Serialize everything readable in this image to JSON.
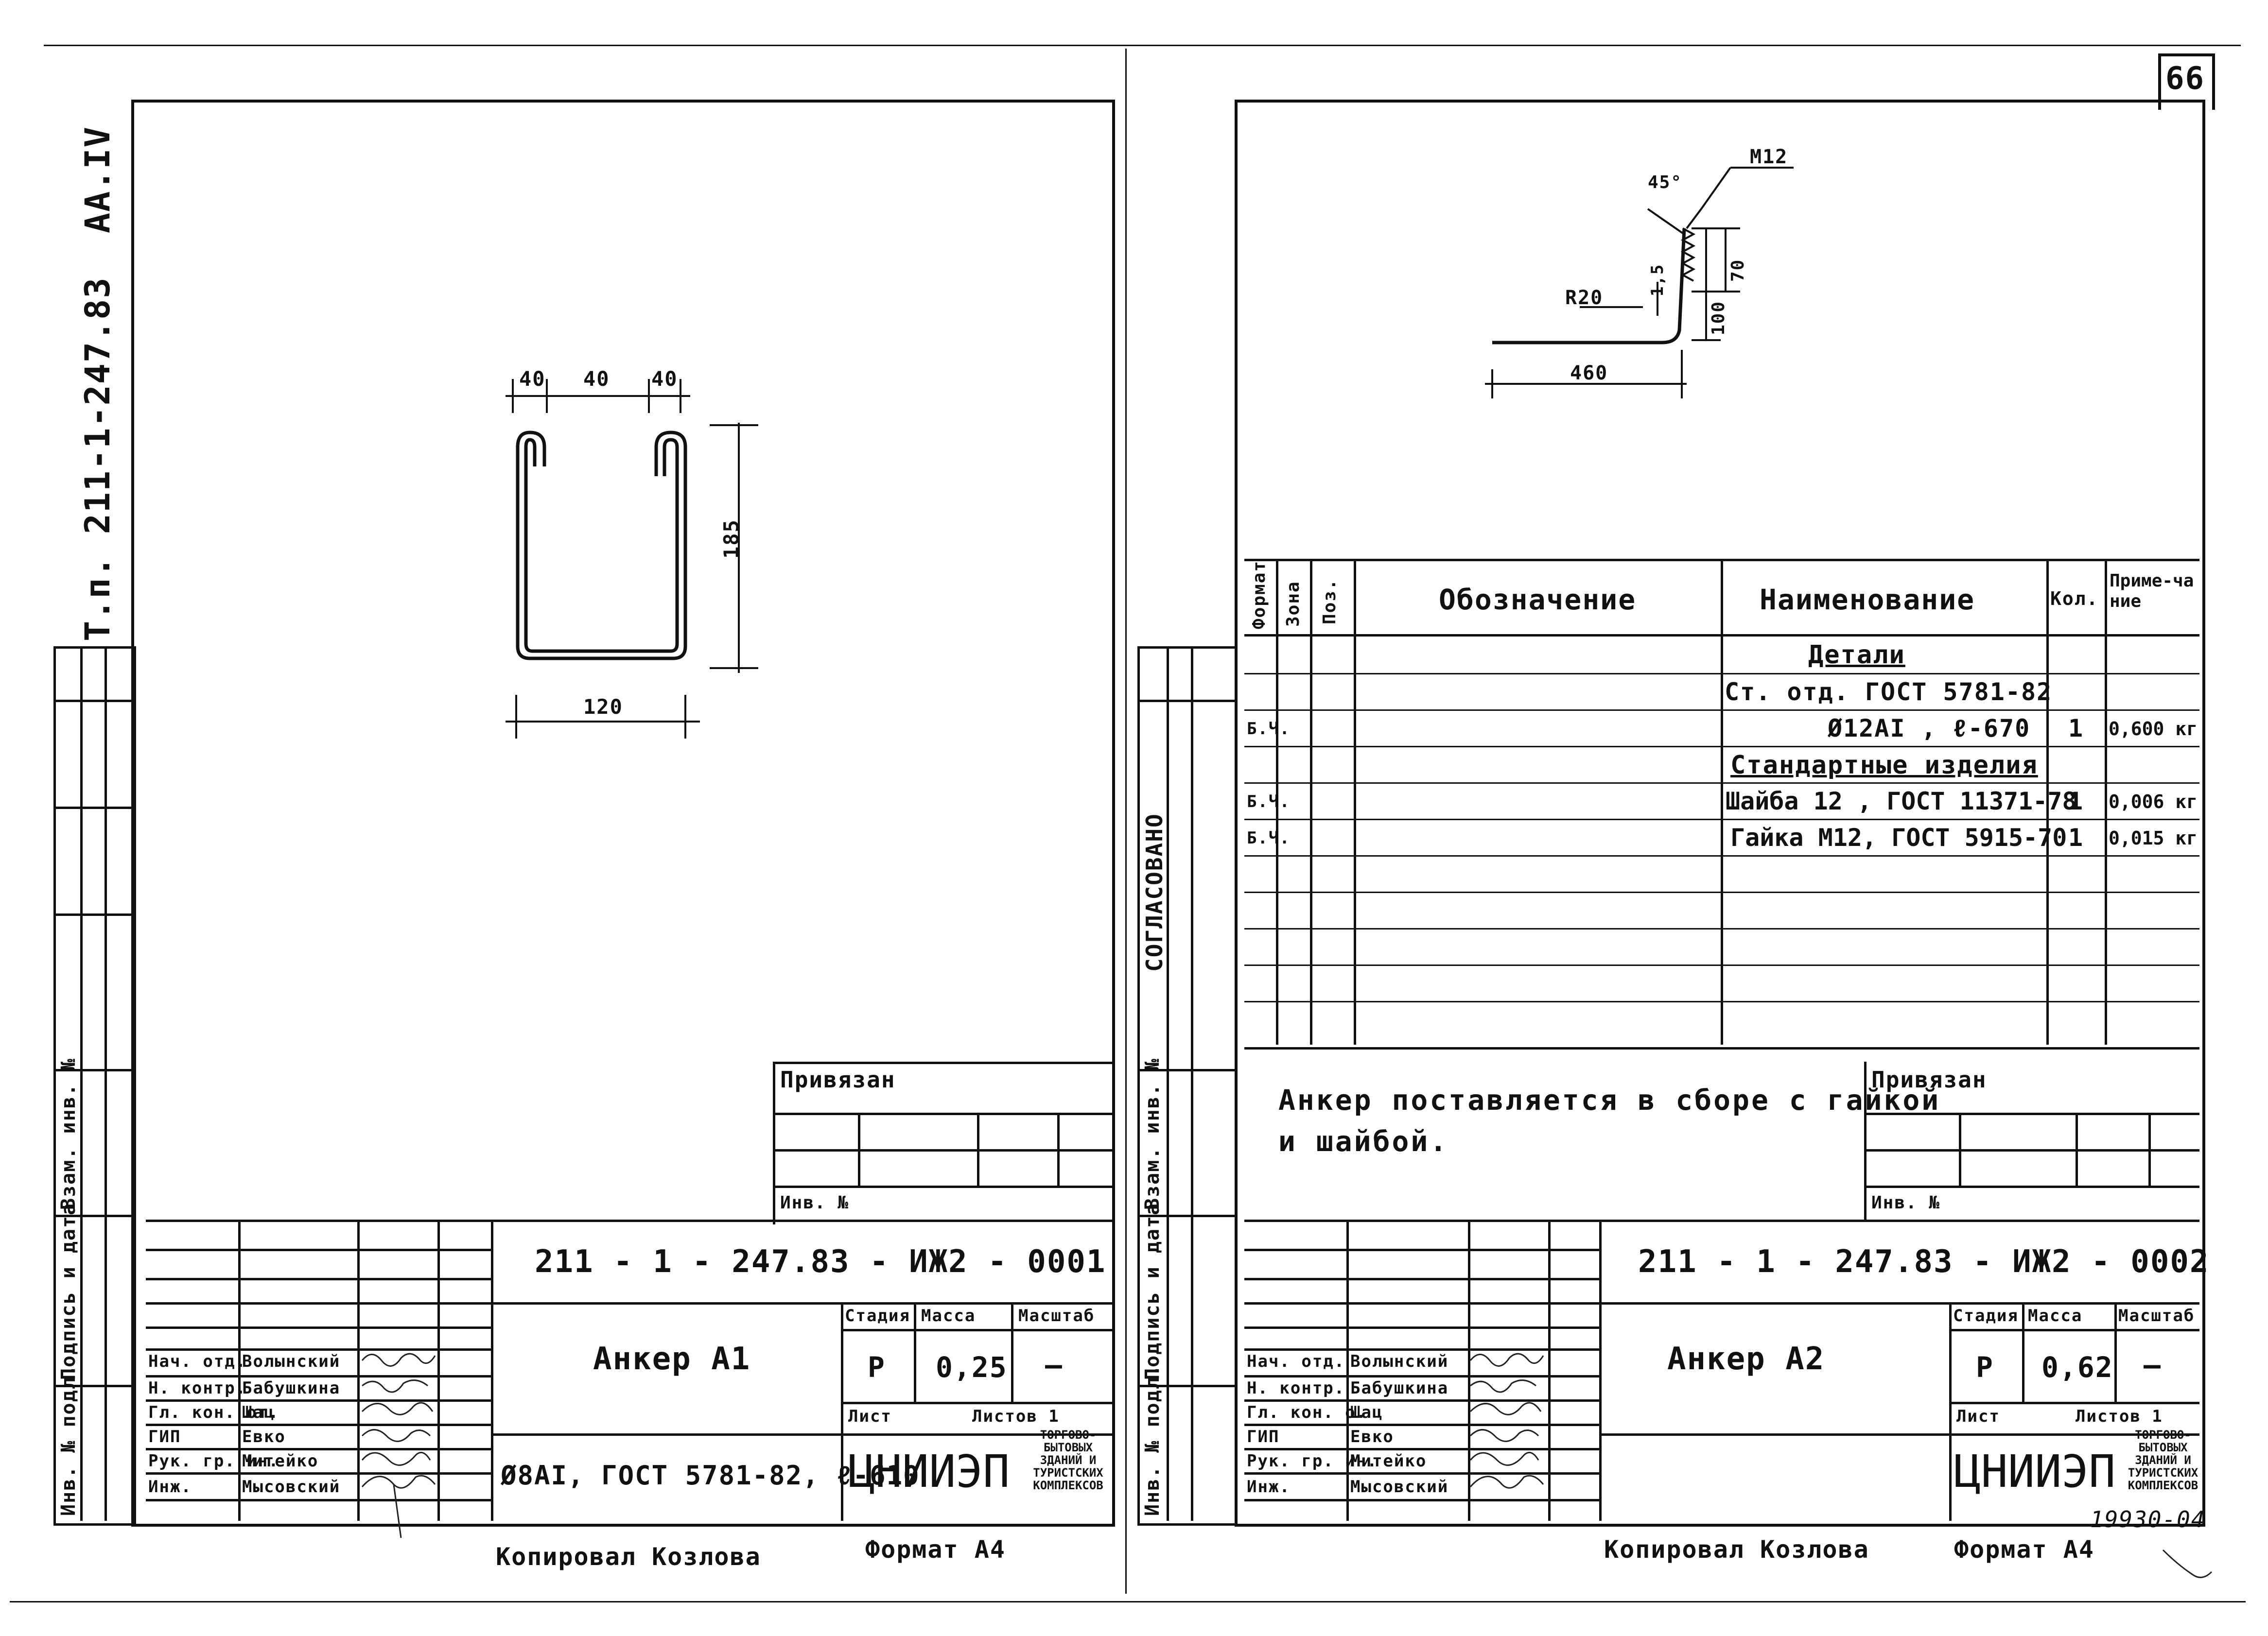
{
  "page_number": "66",
  "left": {
    "side_code": "Т.п. 211-1-247.83",
    "side_tag": "АА.IV",
    "sketch_dims": {
      "d1": "40",
      "d2": "40",
      "d3": "40",
      "height": "185",
      "width": "120"
    },
    "privyazan": "Привязан",
    "inv_no": "Инв. №",
    "doc_code": "211 - 1 - 247.83 - ИЖ2 - 0001",
    "title": "Анкер А1",
    "hdr_stage": "Стадия",
    "hdr_mass": "Масса",
    "hdr_scale": "Масштаб",
    "stage": "Р",
    "mass": "0,25",
    "scale": "—",
    "sheet": "Лист",
    "sheets": "Листов 1",
    "material": "Ø8АI, ГОСТ 5781-82, ℓ-610",
    "org_logo": "ЦНИИЭП",
    "org_desc": [
      "ТОРГОВО-",
      "БЫТОВЫХ",
      "ЗДАНИЙ И",
      "ТУРИСТСКИХ",
      "КОМПЛЕКСОВ"
    ],
    "signers": [
      {
        "role": "Нач. отд.",
        "name": "Волынский"
      },
      {
        "role": "Н. контр.",
        "name": "Бабушкина"
      },
      {
        "role": "Гл. кон. от.",
        "name": "Шац"
      },
      {
        "role": "ГИП",
        "name": "Евко"
      },
      {
        "role": "Рук. гр. ин.",
        "name": "Митейко"
      },
      {
        "role": "Инж.",
        "name": "Мысовский"
      }
    ],
    "copied": "Копировал   Козлова",
    "format": "Формат  А4"
  },
  "stamp_column": [
    "Инв. № подл.",
    "Подпись и дата",
    "Взам. инв. №"
  ],
  "right": {
    "sketch_dims": {
      "angle": "45°",
      "thread": "М12",
      "r": "R20",
      "small": "1,5",
      "h100": "100",
      "h70": "70",
      "len": "460"
    },
    "agreed": "СОГЛАСОВАНО",
    "spec_headers": {
      "format": "Формат",
      "zone": "Зона",
      "pos": "Поз.",
      "designation": "Обозначение",
      "name": "Наименование",
      "qty": "Кол.",
      "note": "Приме-чание"
    },
    "spec_rows": [
      {
        "format": "",
        "name": "Детали",
        "qty": "",
        "note": "",
        "underline": true
      },
      {
        "format": "",
        "name": "Ст. отд. ГОСТ 5781-82",
        "qty": "",
        "note": ""
      },
      {
        "format": "Б.Ч.",
        "name": "Ø12АI ,  ℓ-670",
        "qty": "1",
        "note": "0,600 кг"
      },
      {
        "format": "",
        "name": "Стандартные изделия",
        "qty": "",
        "note": "",
        "underline": true
      },
      {
        "format": "Б.Ч.",
        "name": "Шайба 12 , ГОСТ 11371-78",
        "qty": "1",
        "note": "0,006 кг"
      },
      {
        "format": "Б.Ч.",
        "name": "Гайка М12, ГОСТ 5915-70",
        "qty": "1",
        "note": "0,015 кг"
      }
    ],
    "note_text_1": "Анкер  поставляется  в  сборе  с гайкой",
    "note_text_2": "и  шайбой.",
    "privyazan": "Привязан",
    "inv_no": "Инв. №",
    "doc_code": "211 - 1 - 247.83 - ИЖ2 - 0002",
    "title": "Анкер  А2",
    "hdr_stage": "Стадия",
    "hdr_mass": "Масса",
    "hdr_scale": "Масштаб",
    "stage": "Р",
    "mass": "0,62",
    "scale": "—",
    "sheet": "Лист",
    "sheets": "Листов 1",
    "org_logo": "ЦНИИЭП",
    "org_desc": [
      "ТОРГОВО-",
      "БЫТОВЫХ",
      "ЗДАНИЙ И",
      "ТУРИСТСКИХ",
      "КОМПЛЕКСОВ"
    ],
    "signers": [
      {
        "role": "Нач. отд.",
        "name": "Волынский"
      },
      {
        "role": "Н. контр.",
        "name": "Бабушкина"
      },
      {
        "role": "Гл. кон. о.",
        "name": "Шац"
      },
      {
        "role": "ГИП",
        "name": "Евко"
      },
      {
        "role": "Рук. гр. ин.",
        "name": "Митейко"
      },
      {
        "role": "Инж.",
        "name": "Мысовский"
      }
    ],
    "copied": "Копировал   Козлова",
    "format": "Формат  А4",
    "archive_no": "19930-04"
  }
}
